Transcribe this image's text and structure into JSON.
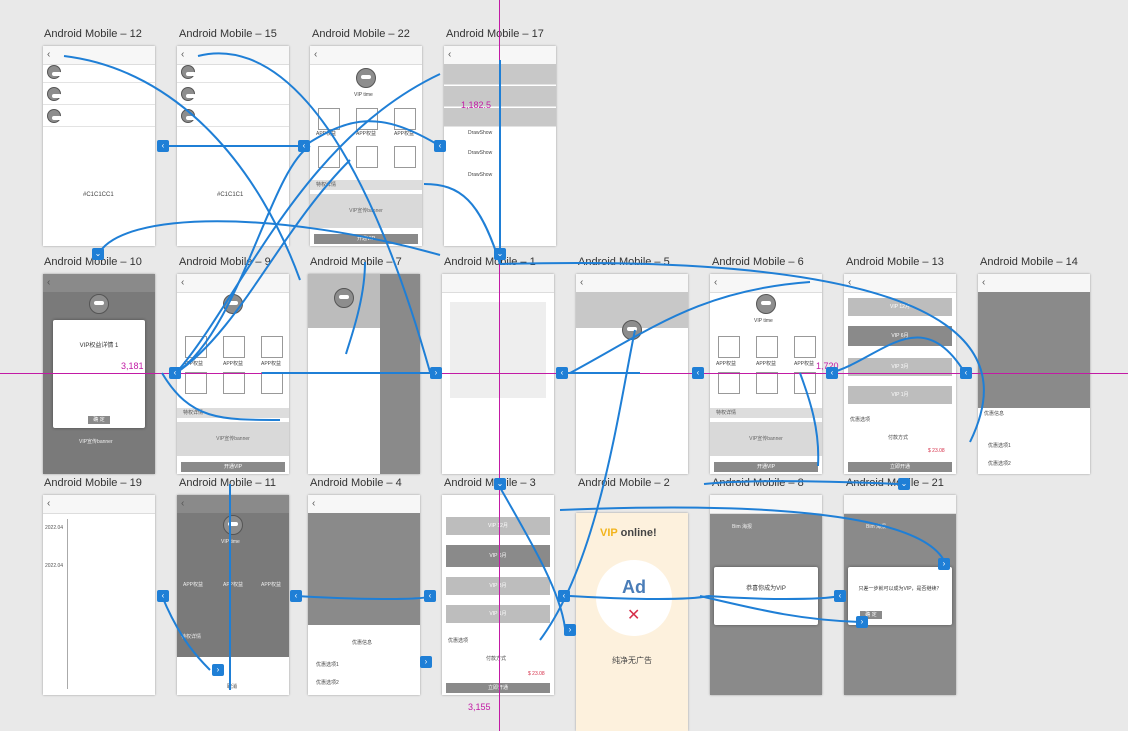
{
  "artboards": [
    {
      "key": "ab12",
      "title": "Android Mobile – 12",
      "footer": "#C1C1CC1"
    },
    {
      "key": "ab15",
      "title": "Android Mobile – 15",
      "footer": "#C1C1C1"
    },
    {
      "key": "ab22",
      "title": "Android Mobile – 22",
      "vip": "VIP time",
      "perk": "APP权益",
      "privilege": "特权详情",
      "banner": "VIP宣传banner",
      "btn": "开通VIP"
    },
    {
      "key": "ab17",
      "title": "Android Mobile – 17",
      "names": [
        "DrawShow",
        "DrawShow",
        "DrawShow"
      ]
    },
    {
      "key": "ab10",
      "title": "Android Mobile – 10",
      "dialog": "VIP权益详情 1",
      "btn": "确 定",
      "banner": "VIP宣传banner"
    },
    {
      "key": "ab9",
      "title": "Android Mobile – 9",
      "perk": "APP权益",
      "privilege": "特权详情",
      "banner": "VIP宣传banner",
      "btn": "开通VIP"
    },
    {
      "key": "ab7",
      "title": "Android Mobile – 7"
    },
    {
      "key": "ab1",
      "title": "Android Mobile – 1"
    },
    {
      "key": "ab5",
      "title": "Android Mobile – 5"
    },
    {
      "key": "ab6",
      "title": "Android Mobile – 6",
      "vip": "VIP time",
      "perk": "APP权益",
      "privilege": "特权详情",
      "banner": "VIP宣传banner",
      "btn": "开通VIP"
    },
    {
      "key": "ab13",
      "title": "Android Mobile – 13",
      "months": [
        "VIP 12月",
        "VIP 6月",
        "VIP 3月",
        "VIP 1月"
      ],
      "pay": "付款方式",
      "price": "$ 23.08",
      "btn": "立即开通",
      "choose": "优惠选项"
    },
    {
      "key": "ab14",
      "title": "Android Mobile – 14",
      "info": "优惠信息",
      "opt1": "优惠选项1",
      "opt2": "优惠选项2"
    },
    {
      "key": "ab19",
      "title": "Android Mobile – 19",
      "dates": [
        "2022.04",
        "2022.04"
      ]
    },
    {
      "key": "ab11",
      "title": "Android Mobile – 11",
      "vip": "VIP time",
      "perk": "APP权益",
      "privilege": "特权详情",
      "cancel": "取消"
    },
    {
      "key": "ab4",
      "title": "Android Mobile – 4",
      "info": "优惠信息",
      "opt1": "优惠选项1",
      "opt2": "优惠选项2"
    },
    {
      "key": "ab3",
      "title": "Android Mobile – 3",
      "months": [
        "VIP 12月",
        "VIP 6月",
        "VIP 3月",
        "VIP 1月"
      ],
      "pay": "付款方式",
      "price": "$ 23.08",
      "btn": "立即开通",
      "choose": "优惠选项"
    },
    {
      "key": "ab2",
      "title": "Android Mobile – 2",
      "headline_a": "VIP",
      "headline_b": "online!",
      "ad": "Ad",
      "purpose": "纯净无广告"
    },
    {
      "key": "ab8",
      "title": "Android Mobile – 8",
      "dialog": "恭喜你成为VIP",
      "user": "Bim 海报"
    },
    {
      "key": "ab21",
      "title": "Android Mobile – 21",
      "dialog": "只差一步就可以成为VIP，是否继续？",
      "btn": "确 定",
      "user": "Bim 海报"
    }
  ],
  "readouts": {
    "a": "1,182.5",
    "b": "3,181",
    "c": "1,720",
    "d": "3,155"
  },
  "colors": {
    "wire": "#1f7fd6",
    "guide": "#c21aa5",
    "accent": "#f2b41c",
    "alert": "#d6304a"
  }
}
